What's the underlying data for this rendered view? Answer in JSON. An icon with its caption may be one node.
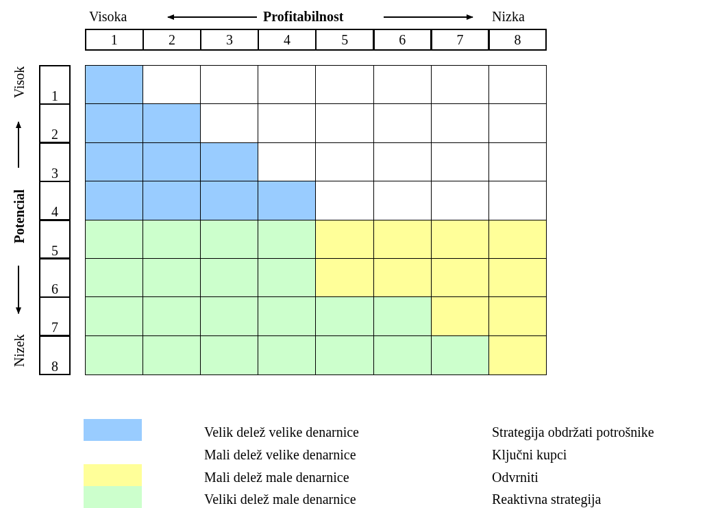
{
  "diagram": {
    "labels": [
      "Visoka",
      "Profitabilnost",
      "Nizka",
      "1",
      "2",
      "3",
      "4",
      "5",
      "6",
      "7",
      "8",
      "Visok",
      "Potencial",
      "Nizek",
      "1",
      "2",
      "3",
      "4",
      "5",
      "6",
      "7",
      "8",
      "Strategija obdržati potrošnike",
      "Ključni kupci",
      "Odvrniti",
      "Reaktivna strategija"
    ],
    "legend": [
      {
        "text": "Velik delež velike denarnice",
        "color": "#99ccff"
      },
      {
        "text": "Mali delež velike denarnice",
        "color": "#ffffff"
      },
      {
        "text": "Mali delež male denarnice",
        "color": "#ffff99"
      },
      {
        "text": "Veliki delež male denarnice",
        "color": "#ccffcc"
      }
    ]
  }
}
